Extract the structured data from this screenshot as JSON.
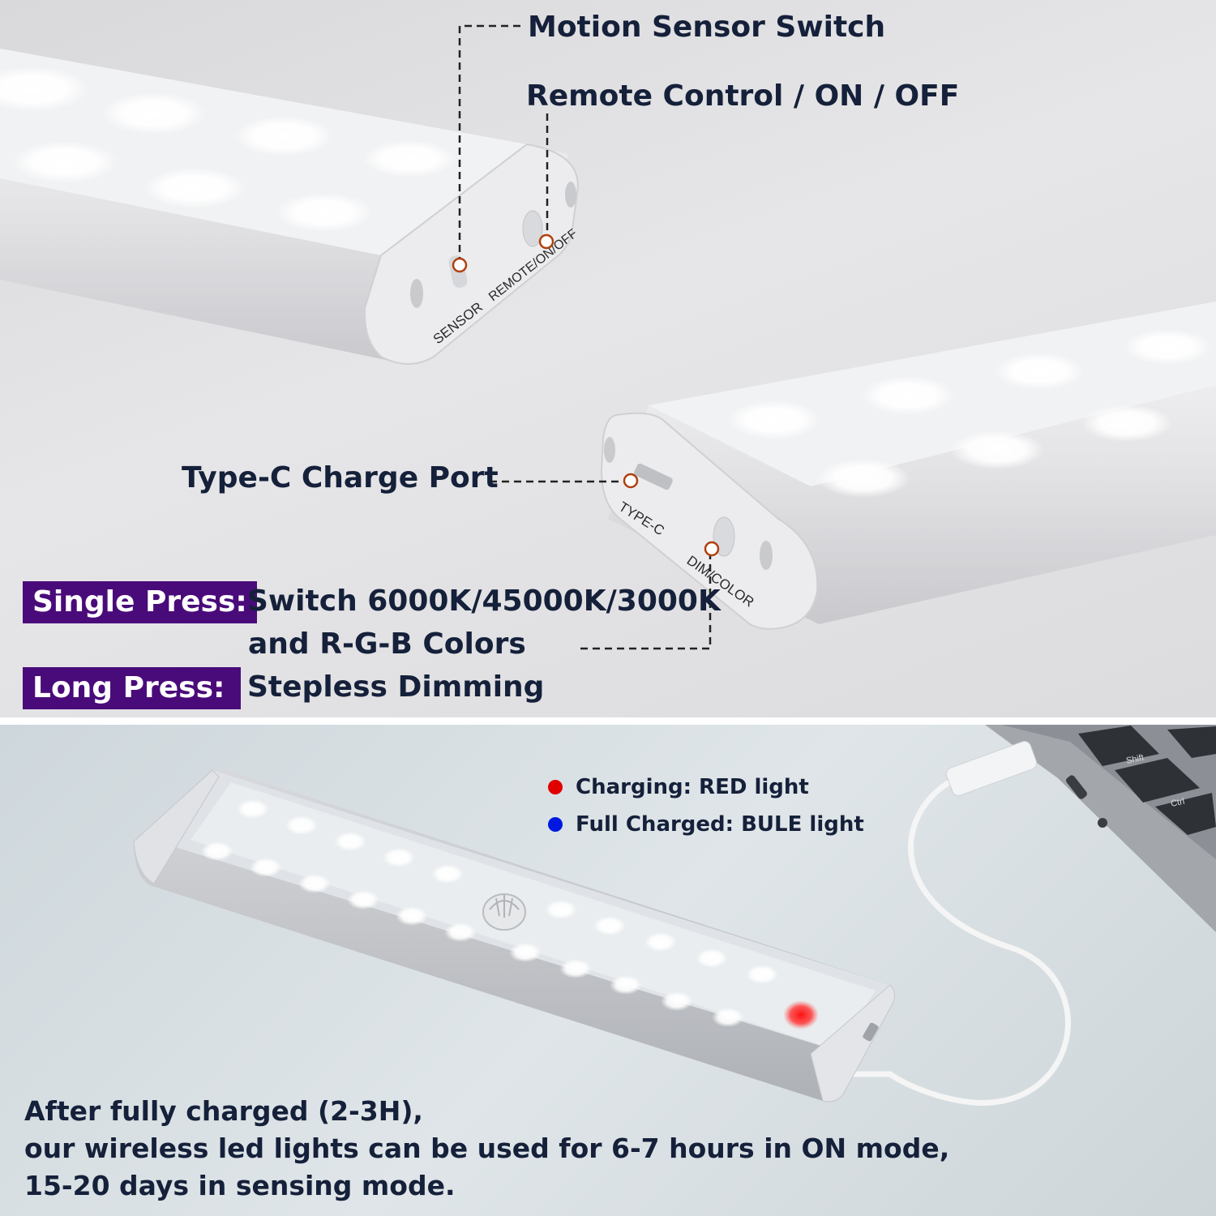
{
  "callouts": {
    "motion_sensor": "Motion Sensor Switch",
    "remote_control": "Remote Control / ON / OFF",
    "type_c_port": "Type-C Charge Port"
  },
  "device_labels": {
    "sensor": "SENSOR",
    "remote_on_off": "REMOTE/ON/OFF",
    "type_c": "TYPE-C",
    "dim_color": "DIM/COLOR"
  },
  "instructions": {
    "single_press_tag": "Single Press:",
    "single_press_line1": "Switch 6000K/45000K/3000K",
    "single_press_line2": "and R-G-B Colors",
    "long_press_tag": "Long Press:",
    "long_press_desc": "Stepless Dimming"
  },
  "charging_legend": [
    {
      "text": "Charging: RED light",
      "color": "#e00000"
    },
    {
      "text": "Full Charged: BULE light",
      "color": "#0018e0"
    }
  ],
  "keyboard_keys": {
    "shift": "Shift",
    "ctrl": "Ctrl"
  },
  "runtime_text": [
    "After fully charged (2-3H),",
    "our wireless led lights can be used for 6-7 hours in ON mode,",
    "15-20 days in sensing mode."
  ],
  "colors": {
    "tag_background": "#4a0b7a",
    "text": "#15203a",
    "leader_line": "#222222",
    "marker": "#b04010"
  }
}
